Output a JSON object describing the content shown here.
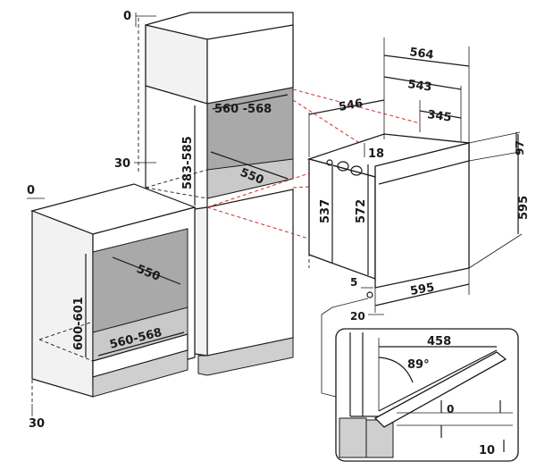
{
  "diagram": {
    "dimensions": {
      "tall_top_clearance": "0",
      "tall_side_offset": "30",
      "tall_niche_width": "560 -568",
      "tall_niche_height": "583-585",
      "tall_niche_depth": "550",
      "base_top_clearance": "0",
      "base_bottom_offset": "30",
      "base_niche_depth": "550",
      "base_niche_height": "600-601",
      "base_niche_width": "560-568",
      "oven_total_depth": "564",
      "oven_body_depth": "543",
      "oven_depth_546": "546",
      "oven_depth_345": "345",
      "oven_offset_18": "18",
      "oven_top_height": "97",
      "oven_total_height": "595",
      "oven_body_height": "572",
      "oven_inner_height": "537",
      "oven_width": "595",
      "oven_gap_5": "5",
      "oven_front_20": "20",
      "detail_door_width": "458",
      "detail_angle": "89°",
      "detail_gap_0": "0",
      "detail_gap_10": "10"
    }
  }
}
